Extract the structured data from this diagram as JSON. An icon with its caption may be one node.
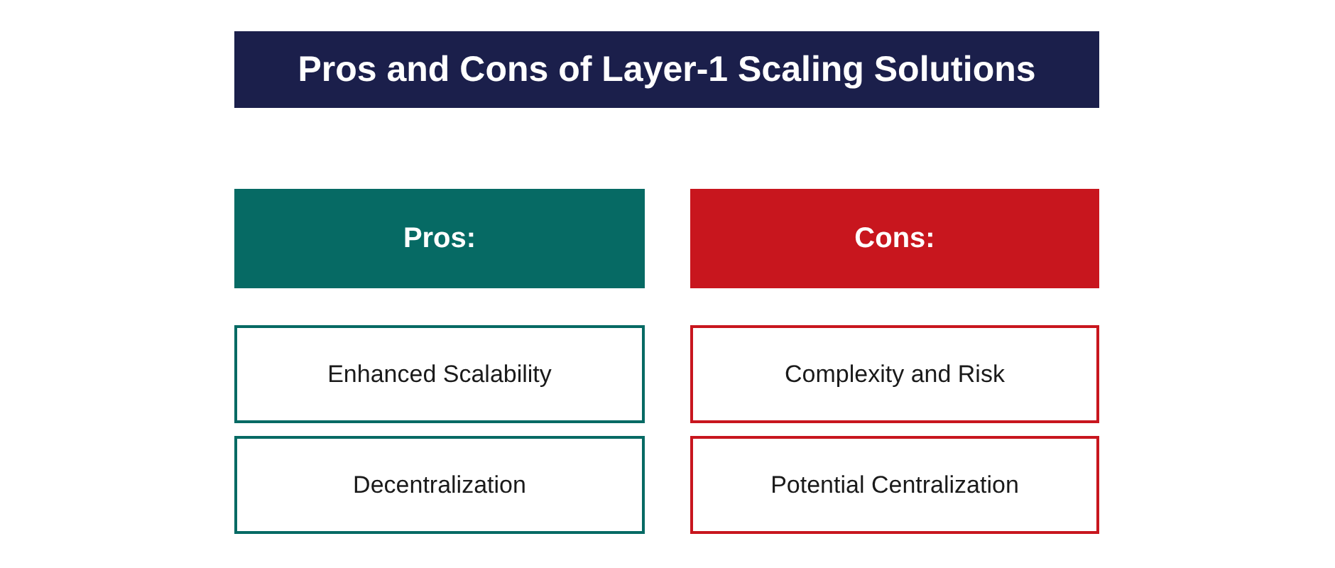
{
  "diagram": {
    "title": "Pros and Cons of Layer-1 Scaling Solutions",
    "nodes": [
      {
        "text": [
          "Pros:"
        ]
      },
      {
        "text": [
          "Enhanced Scalability"
        ]
      },
      {
        "text": [
          "Decentralization"
        ]
      },
      {
        "text": [
          "Cons:"
        ]
      },
      {
        "text": [
          "Complexity and Risk"
        ]
      },
      {
        "text": [
          "Potential Centralization"
        ]
      }
    ]
  }
}
